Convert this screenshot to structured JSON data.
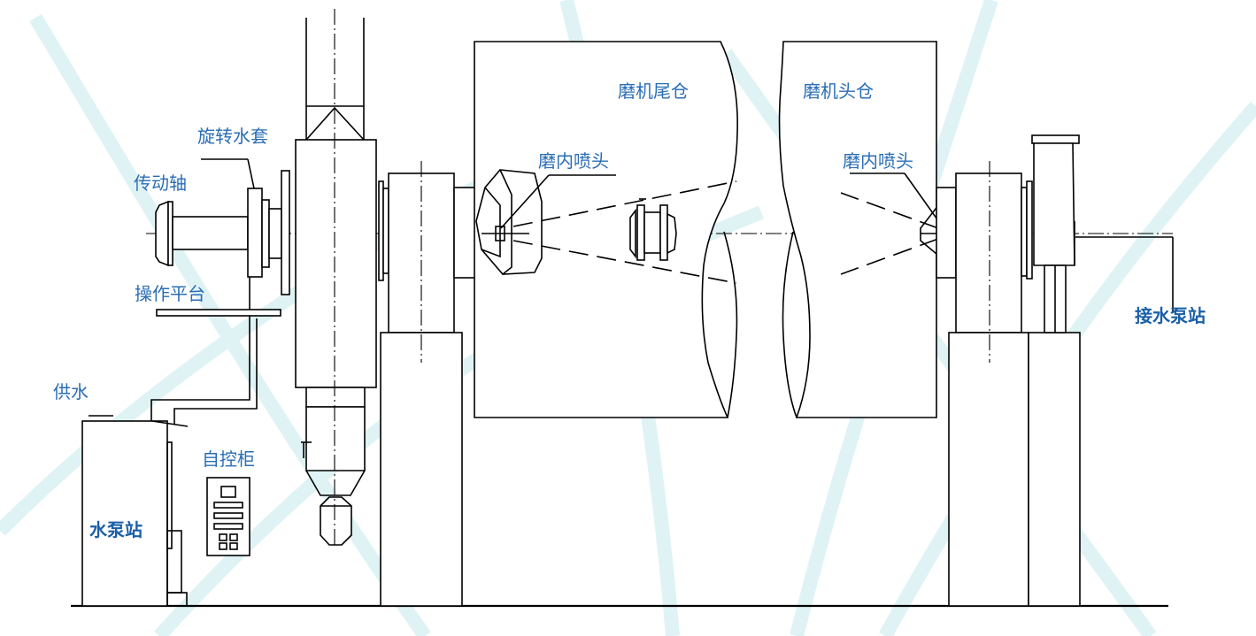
{
  "colors": {
    "label": "#2a6db5",
    "label_bold": "#1a5fa8",
    "watermark": "#dff3f5",
    "line": "#000000"
  },
  "labels": {
    "rotary_water_jacket": "旋转水套",
    "drive_shaft": "传动轴",
    "operating_platform": "操作平台",
    "water_supply": "供水",
    "pump_station": "水泵站",
    "control_cabinet": "自控柜",
    "mill_tail_chamber": "磨机尾仓",
    "mill_head_chamber": "磨机头仓",
    "inner_nozzle_left": "磨内喷头",
    "inner_nozzle_right": "磨内喷头",
    "receiving_pump_station": "接水泵站"
  }
}
